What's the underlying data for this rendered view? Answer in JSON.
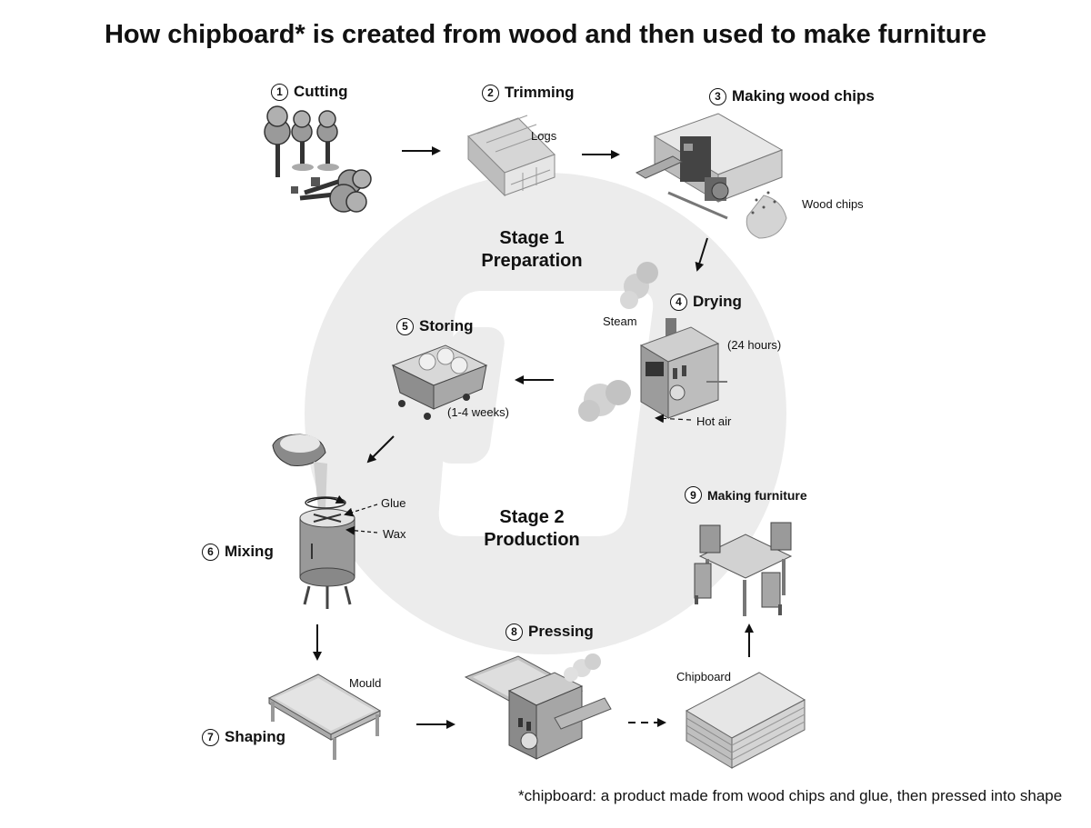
{
  "title": "How chipboard* is created from wood and then used to make furniture",
  "stages": [
    {
      "line1": "Stage 1",
      "line2": "Preparation"
    },
    {
      "line1": "Stage 2",
      "line2": "Production"
    }
  ],
  "steps": [
    {
      "num": "1",
      "label": "Cutting"
    },
    {
      "num": "2",
      "label": "Trimming"
    },
    {
      "num": "3",
      "label": "Making wood chips"
    },
    {
      "num": "4",
      "label": "Drying"
    },
    {
      "num": "5",
      "label": "Storing"
    },
    {
      "num": "6",
      "label": "Mixing"
    },
    {
      "num": "7",
      "label": "Shaping"
    },
    {
      "num": "8",
      "label": "Pressing"
    },
    {
      "num": "9",
      "label": "Making furniture"
    }
  ],
  "labels": {
    "logs": "Logs",
    "wood_chips": "Wood chips",
    "steam": "Steam",
    "hours": "(24 hours)",
    "hot_air": "Hot air",
    "weeks": "(1-4 weeks)",
    "glue": "Glue",
    "wax": "Wax",
    "mould": "Mould",
    "chipboard": "Chipboard"
  },
  "footnote": "*chipboard: a product made from wood chips and glue, then pressed into shape",
  "colors": {
    "text": "#111111",
    "circle": "#ececec",
    "machine": "#8a8a8a",
    "foliage": "#9a9a9a"
  }
}
